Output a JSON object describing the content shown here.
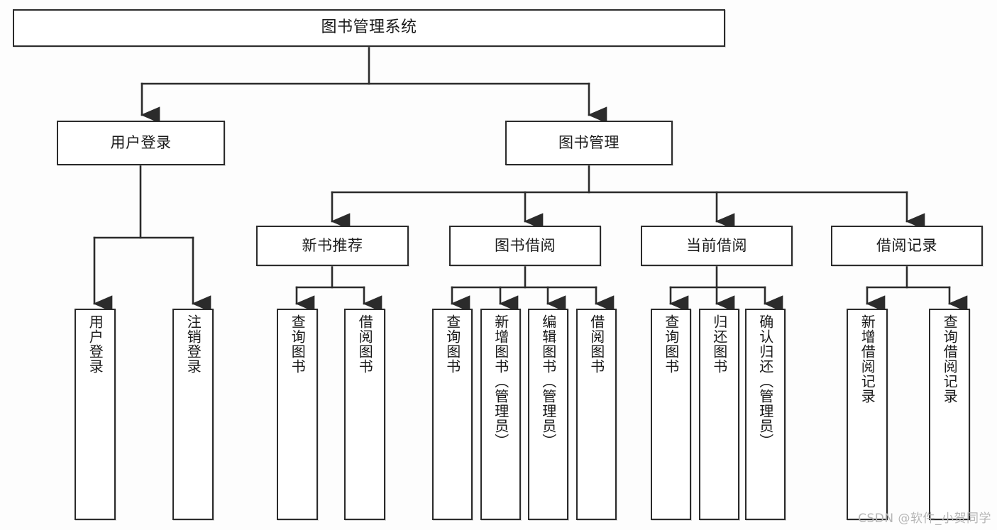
{
  "diagram": {
    "title": "图书管理系统",
    "watermark": "CSDN @软件_小贺同学",
    "colors": {
      "box_border": "#2b2b2b",
      "box_fill": "#ffffff",
      "connector": "#2b2b2b",
      "page_background": "#fdfdfd",
      "watermark": "#b6b6b6"
    },
    "nodes": {
      "root": {
        "label": "图书管理系统"
      },
      "level2": [
        {
          "label": "用户登录"
        },
        {
          "label": "图书管理"
        }
      ],
      "level3": [
        {
          "label": "新书推荐"
        },
        {
          "label": "图书借阅"
        },
        {
          "label": "当前借阅"
        },
        {
          "label": "借阅记录"
        }
      ],
      "leaves": [
        {
          "label": "用户登录",
          "parent": "用户登录"
        },
        {
          "label": "注销登录",
          "parent": "用户登录"
        },
        {
          "label": "查询图书",
          "parent": "新书推荐"
        },
        {
          "label": "借阅图书",
          "parent": "新书推荐"
        },
        {
          "label": "查询图书",
          "parent": "图书借阅"
        },
        {
          "label": "新增图书（管理员）",
          "parent": "图书借阅"
        },
        {
          "label": "编辑图书（管理员）",
          "parent": "图书借阅"
        },
        {
          "label": "借阅图书",
          "parent": "图书借阅"
        },
        {
          "label": "查询图书",
          "parent": "当前借阅"
        },
        {
          "label": "归还图书",
          "parent": "当前借阅"
        },
        {
          "label": "确认归还（管理员）",
          "parent": "当前借阅"
        },
        {
          "label": "新增借阅记录",
          "parent": "借阅记录"
        },
        {
          "label": "查询借阅记录",
          "parent": "借阅记录"
        }
      ]
    }
  }
}
